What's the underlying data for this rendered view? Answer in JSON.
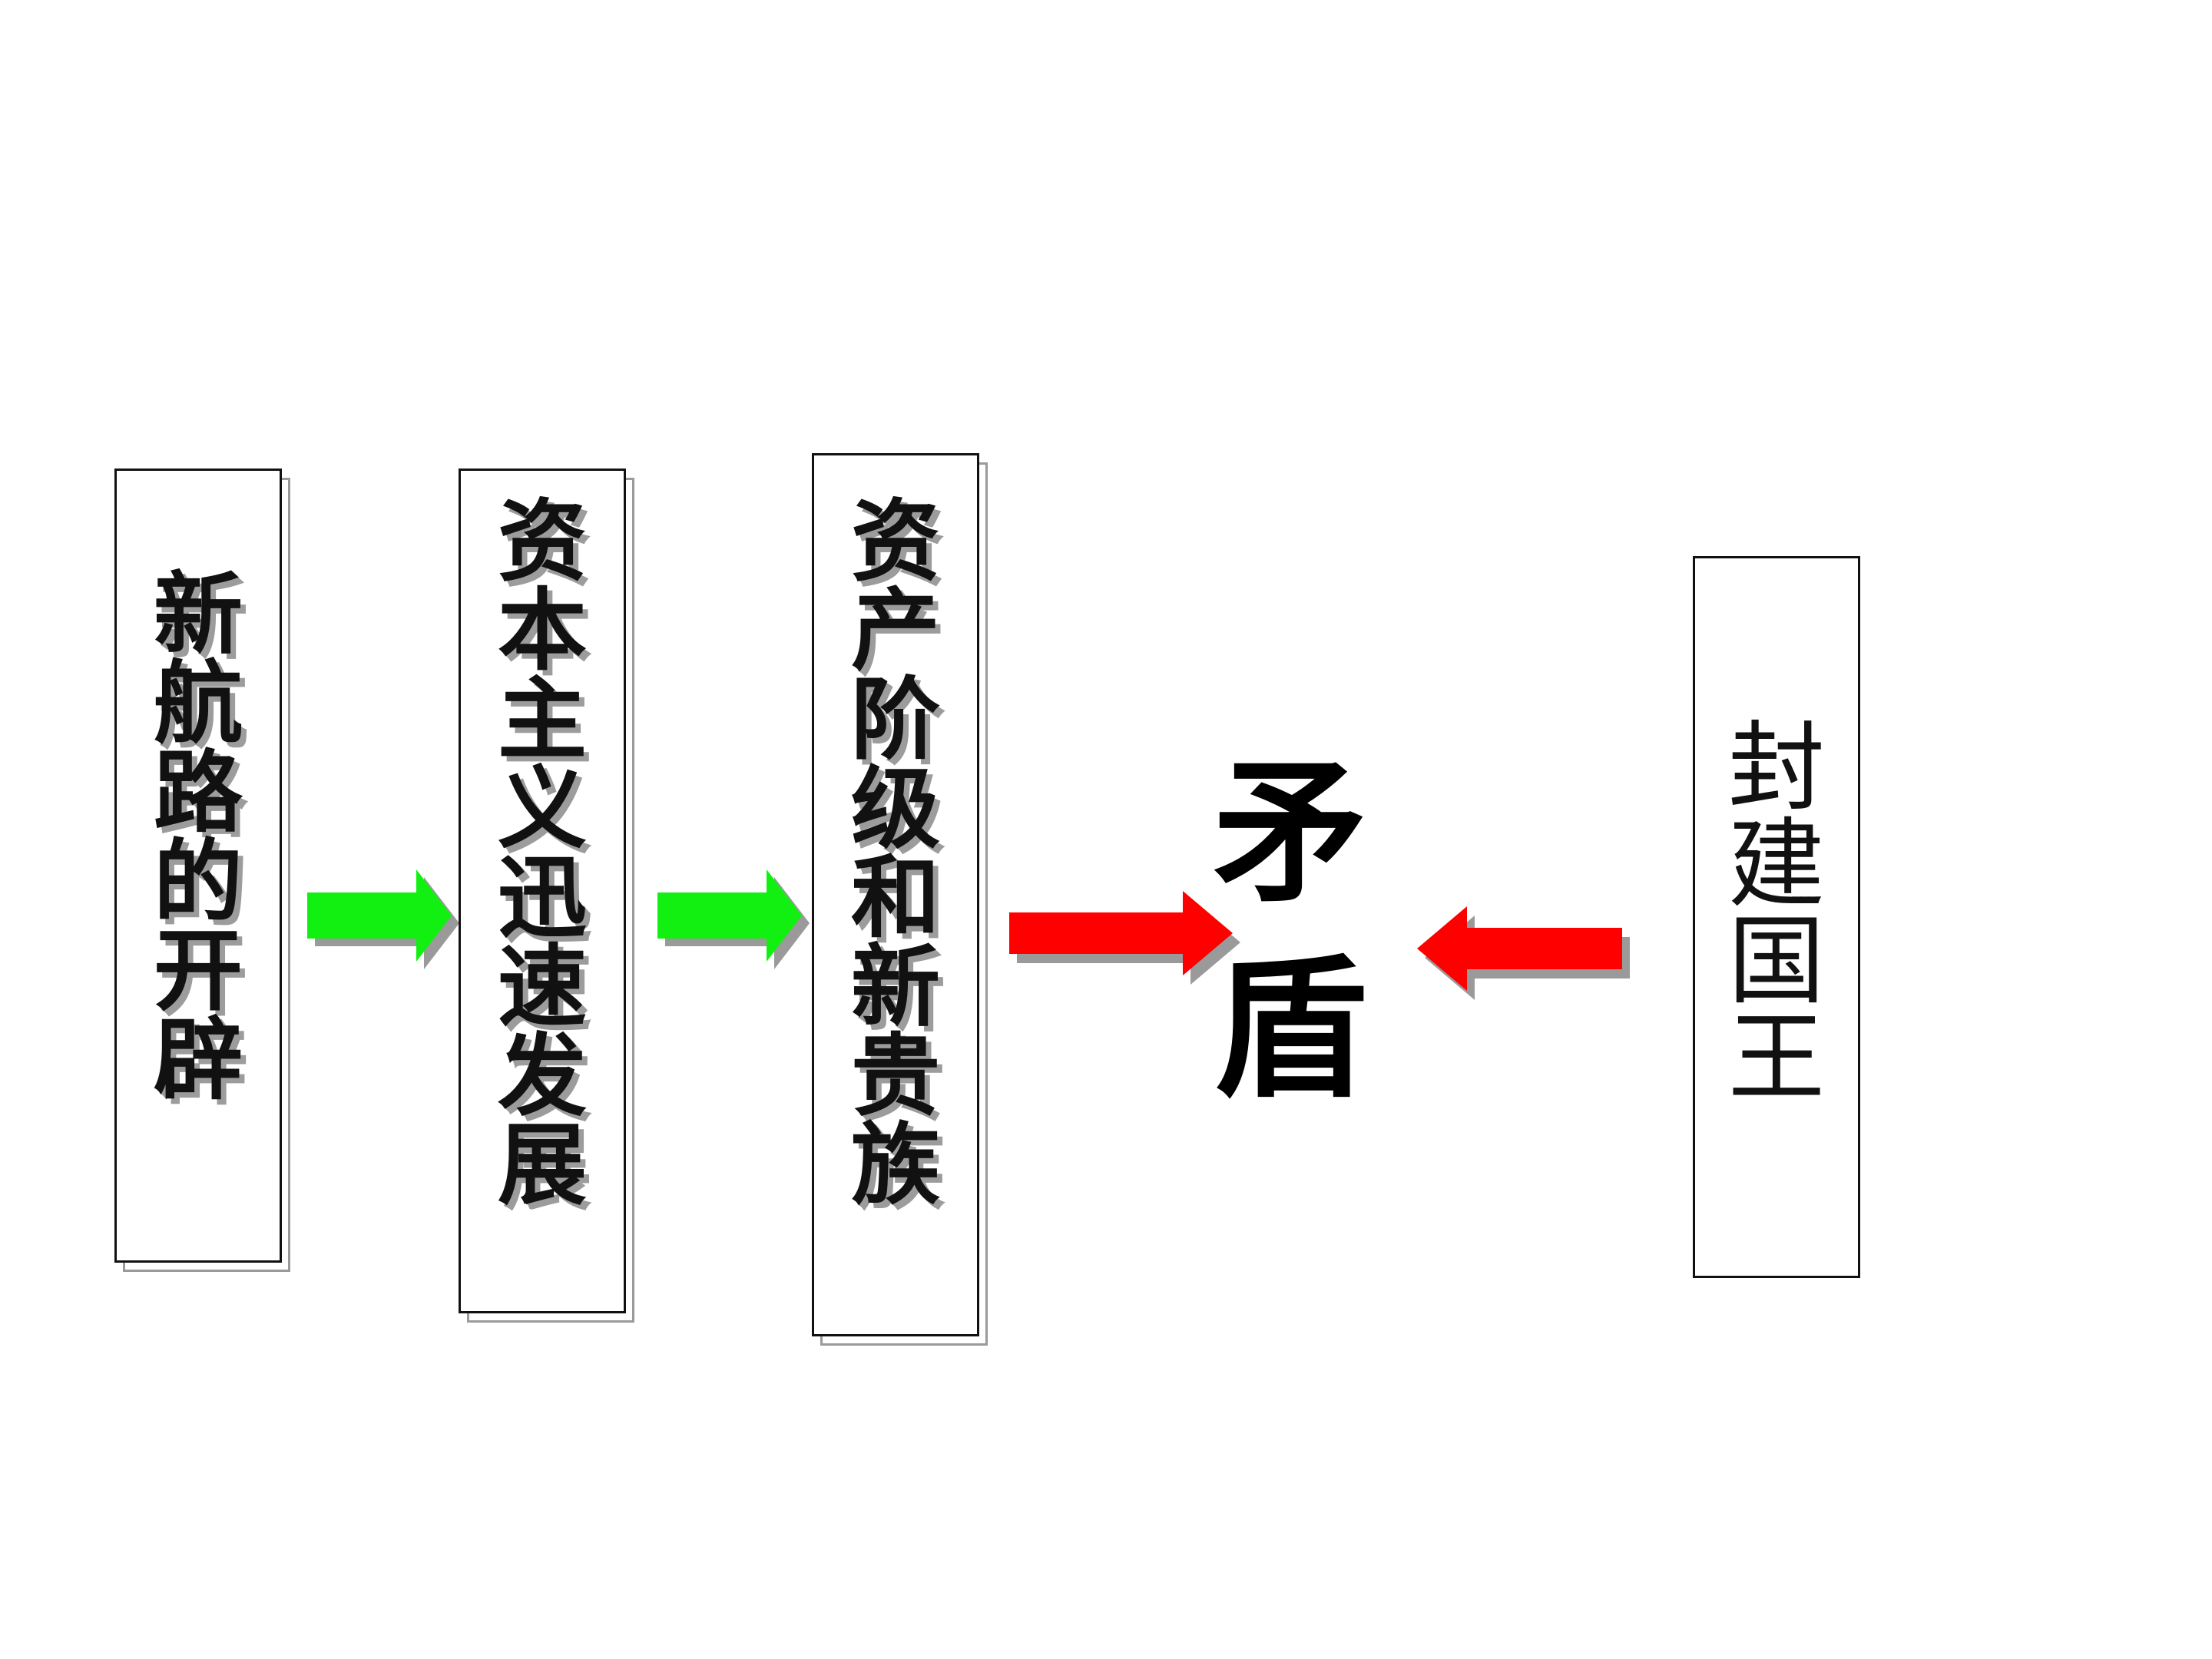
{
  "boxes": [
    {
      "id": "new-routes",
      "chars": [
        "新",
        "航",
        "路",
        "的",
        "开",
        "辟"
      ]
    },
    {
      "id": "capitalism",
      "chars": [
        "资",
        "本",
        "主",
        "义",
        "迅",
        "速",
        "发",
        "展"
      ]
    },
    {
      "id": "bourgeoisie",
      "chars": [
        "资",
        "产",
        "阶",
        "级",
        "和",
        "新",
        "贵",
        "族"
      ]
    },
    {
      "id": "feudal-king",
      "chars": [
        "封",
        "建",
        "国",
        "王"
      ]
    }
  ],
  "center": {
    "line1": "矛",
    "line2": "盾"
  },
  "colors": {
    "green_arrow": "#11f011",
    "red_arrow": "#ff0000",
    "arrow_shadow": "#9a9a9a",
    "text": "#111111"
  }
}
